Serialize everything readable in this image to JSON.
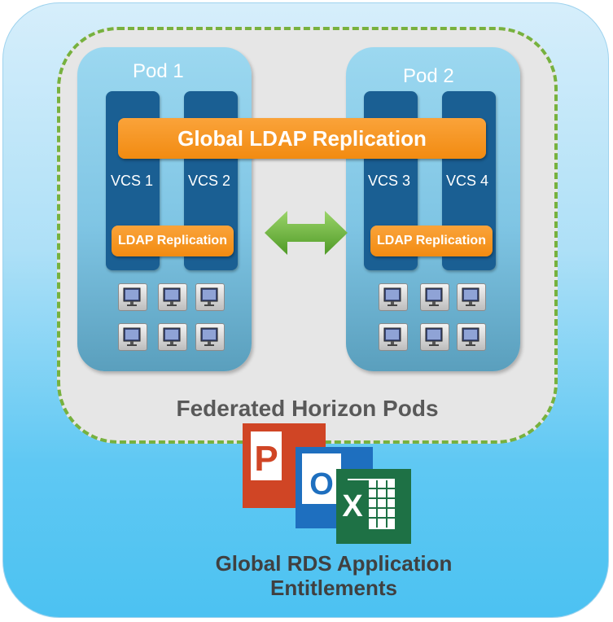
{
  "pods": [
    {
      "title": "Pod 1",
      "vcs": [
        "VCS 1",
        "VCS 2"
      ],
      "ldap_label": "LDAP Replication"
    },
    {
      "title": "Pod 2",
      "vcs": [
        "VCS 3",
        "VCS 4"
      ],
      "ldap_label": "LDAP Replication"
    }
  ],
  "global_ldap": "Global LDAP Replication",
  "federation_label": "Federated Horizon Pods",
  "connector_icon": "double-arrow-icon",
  "apps": [
    {
      "letter": "P",
      "icon": "powerpoint-icon",
      "color": "#d04525"
    },
    {
      "letter": "O",
      "icon": "outlook-icon",
      "color": "#1e6fbf"
    },
    {
      "letter": "X",
      "icon": "excel-icon",
      "color": "#1e7145"
    }
  ],
  "rds_label_line1": "Global RDS Application",
  "rds_label_line2": "Entitlements",
  "colors": {
    "orange": "#f28b11",
    "vcs_blue": "#1a5f93",
    "dash_green": "#77b13e",
    "arrow_green": "#6db33f"
  }
}
